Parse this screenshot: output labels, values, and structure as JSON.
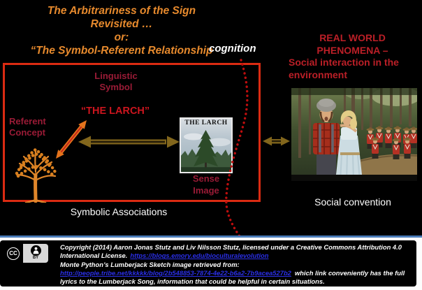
{
  "title": {
    "lines": [
      "The Arbitrariness of the Sign",
      "Revisited …",
      "or:",
      "“The Symbol-Referent Relationship"
    ]
  },
  "labels": {
    "cognition": "cognition",
    "real_world_line1": "REAL WORLD",
    "real_world_line2": "PHENOMENA –",
    "real_world_line3": "Social interaction in the environment",
    "linguistic_symbol": "Linguistic Symbol",
    "the_larch_word": "“THE LARCH”",
    "referent_concept": "Referent Concept",
    "sense_image": "Sense Image",
    "symbolic_associations": "Symbolic Associations",
    "social_convention": "Social convention"
  },
  "larch_image": {
    "caption": "THE LARCH"
  },
  "footer": {
    "badge": {
      "cc_text": "CC",
      "by_text": "BY"
    },
    "line1": "Copyright (2014) Aaron Jonas Stutz and Liv Nilsson Stutz, licensed under a Creative Commons Attribution 4.0",
    "line2_text": "International License.",
    "line2_link": "https://blogs.emory.edu/bioculturalevolution",
    "line3": "Monte Python’s Lumberjack Sketch image retrieved from:",
    "line4_link": "http://people.tribe.net/kkkkk/blog/2b548853-7874-4e22-b6a2-7b9acea527b2",
    "line4_text": "which link conveniently has the full",
    "line5": "lyrics to the Lumberjack Song, information that could be helpful in certain situations."
  },
  "colors": {
    "title_orange": "#e78a2d",
    "crimson_label": "#9a1b36",
    "bright_red_word": "#cc151e",
    "real_world_red": "#bb1f27",
    "box_border_red": "#db2b12",
    "dotted_curve_red": "#be0e0e",
    "arrow_brown": "#82661c",
    "arrow_orange": "#e4731c",
    "link_blue": "#2a2fe8",
    "footer_divider_blue": "#4a7cba"
  }
}
